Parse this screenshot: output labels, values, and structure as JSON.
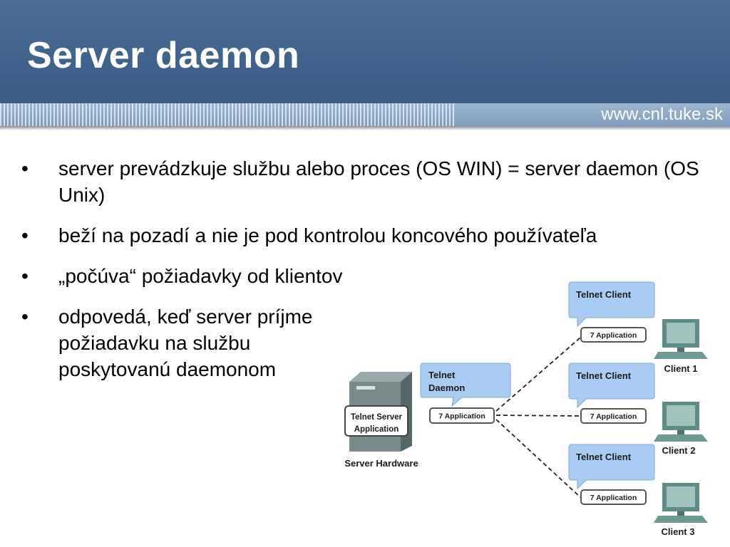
{
  "slide": {
    "title": "Server daemon",
    "site_url": "www.cnl.tuke.sk"
  },
  "bullets": [
    {
      "marker": "•",
      "text": "server prevádzkuje službu alebo proces (OS WIN) = server daemon (OS Unix)"
    },
    {
      "marker": "•",
      "text": "beží na pozadí a nie je pod kontrolou koncového používateľa"
    },
    {
      "marker": "•",
      "text": "„počúva“ požiadavky od klientov"
    },
    {
      "marker": "•",
      "text": "odpovedá, keď server príjme požiadavku na službu poskytovanú daemonom"
    }
  ],
  "diagram": {
    "server": {
      "box_line1": "Telnet Server",
      "box_line2": "Application",
      "caption": "Server Hardware",
      "bubble_line1": "Telnet",
      "bubble_line2": "Daemon",
      "layer_label": "7 Application"
    },
    "clients": [
      {
        "bubble": "Telnet Client",
        "layer_label": "7 Application",
        "name": "Client 1"
      },
      {
        "bubble": "Telnet Client",
        "layer_label": "7 Application",
        "name": "Client 2"
      },
      {
        "bubble": "Telnet Client",
        "layer_label": "7 Application",
        "name": "Client 3"
      }
    ],
    "colors": {
      "bubble_fill": "#a9cdf2",
      "computer_teal": "#5f8c86",
      "server_gray": "#7a8b8c"
    }
  }
}
